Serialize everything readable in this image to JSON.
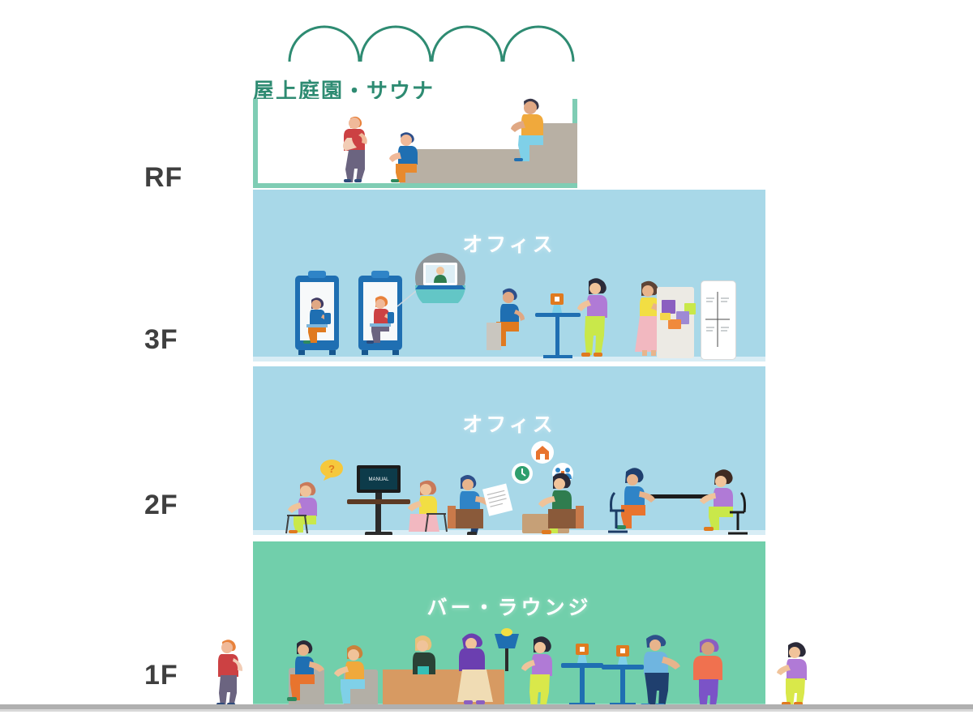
{
  "diagram": {
    "type": "building-section-illustration",
    "title_rooftop": "屋上庭園・サウナ",
    "background_color": "#ffffff",
    "ground_line_color": "#b0b0b0"
  },
  "floor_labels": [
    {
      "id": "RF",
      "label": "RF"
    },
    {
      "id": "3F",
      "label": "3F"
    },
    {
      "id": "2F",
      "label": "2F"
    },
    {
      "id": "1F",
      "label": "1F"
    }
  ],
  "floors": [
    {
      "id": "RF",
      "label": "RF",
      "name": "屋上庭園・サウナ",
      "title_color": "#2e8b72",
      "fill_color": "#ffffff",
      "border_color": "#7fcdb4",
      "occupants": 3
    },
    {
      "id": "3F",
      "label": "3F",
      "name": "オフィス",
      "title_color": "#ffffff",
      "fill_color": "#a8d8e8",
      "occupants": 6,
      "features": [
        "phone-booth",
        "phone-booth",
        "video-call-bubble",
        "cafe-table",
        "sticky-note-wall",
        "whiteboard"
      ]
    },
    {
      "id": "2F",
      "label": "2F",
      "name": "オフィス",
      "title_color": "#ffffff",
      "fill_color": "#a8d8e8",
      "occupants": 6,
      "features": [
        "monitor-table",
        "question-bubble",
        "icon-cluster",
        "sofa-group",
        "desk-chairs"
      ],
      "monitor_text": "MANUAL",
      "question_mark": "?"
    },
    {
      "id": "1F",
      "label": "1F",
      "name": "バー・ラウンジ",
      "title_color": "#ffffff",
      "fill_color": "#71cfab",
      "occupants": 10,
      "features": [
        "lounge-sofas",
        "bar-counter",
        "high-tables",
        "standing-guests"
      ]
    }
  ],
  "decor": {
    "arch_count": 4,
    "arch_color": "#2e8b72"
  }
}
